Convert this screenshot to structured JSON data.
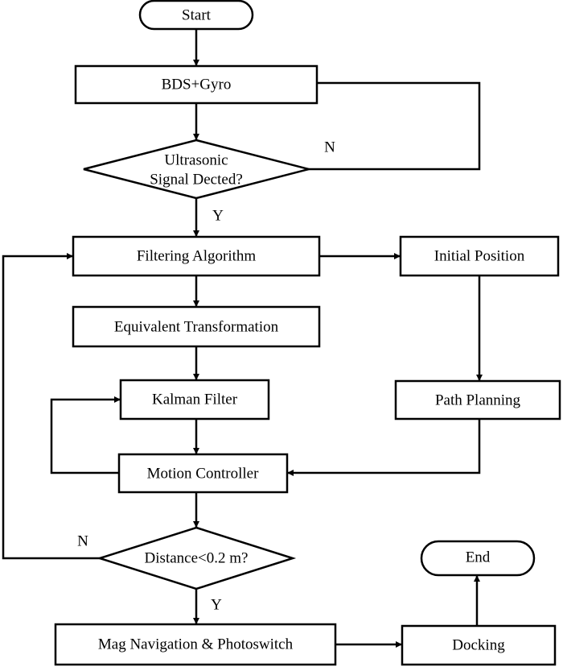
{
  "nodes": {
    "start": "Start",
    "bds_gyro": "BDS+Gyro",
    "ultrasonic_line1": "Ultrasonic",
    "ultrasonic_line2": "Signal Dected?",
    "filtering": "Filtering Algorithm",
    "initial_position": "Initial Position",
    "equivalent": "Equivalent Transformation",
    "kalman": "Kalman Filter",
    "path_planning": "Path Planning",
    "motion": "Motion Controller",
    "distance": "Distance<0.2 m?",
    "mag_nav": "Mag Navigation & Photoswitch",
    "docking": "Docking",
    "end": "End"
  },
  "edge_labels": {
    "ultrasonic_no": "N",
    "ultrasonic_yes": "Y",
    "distance_no": "N",
    "distance_yes": "Y"
  }
}
